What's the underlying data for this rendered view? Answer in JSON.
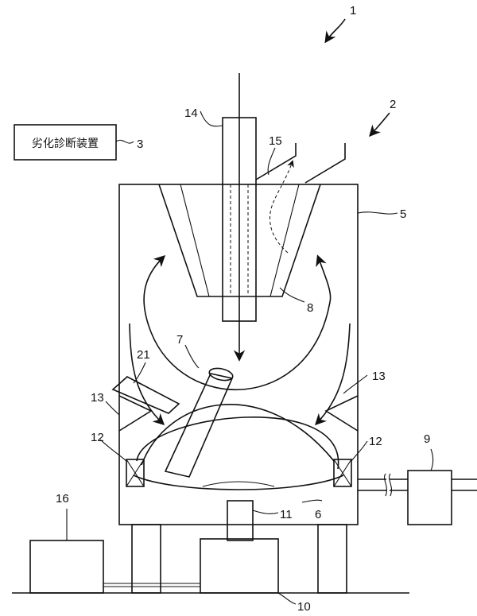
{
  "labels": {
    "device_number": "1",
    "diagnosis_device_name": "劣化診断装置",
    "n3": "3",
    "n2": "2",
    "n5": "5",
    "n6": "6",
    "n7": "7",
    "n8": "8",
    "n9": "9",
    "n10": "10",
    "n11": "11",
    "n12_left": "12",
    "n12_right": "12",
    "n13_left": "13",
    "n13_right": "13",
    "n14": "14",
    "n15": "15",
    "n16": "16",
    "n21": "21"
  }
}
